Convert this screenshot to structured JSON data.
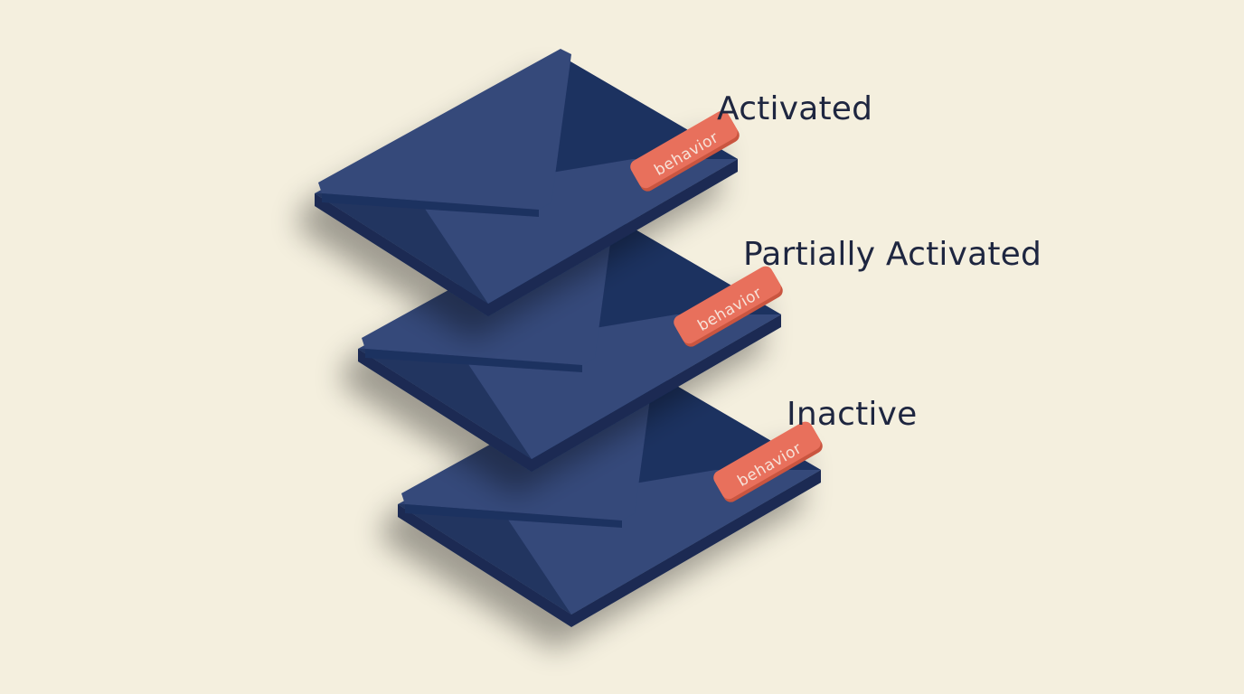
{
  "diagram": {
    "background_color": "#f4efde",
    "envelope_colors": {
      "flap_light": "#34497a",
      "flap_dark": "#1f3160",
      "body_light": "#2f4373",
      "edge": "#1a2a52"
    },
    "tag_color": "#e8705b",
    "envelopes": [
      {
        "state": "Activated",
        "tag": "behavior"
      },
      {
        "state": "Partially Activated",
        "tag": "behavior"
      },
      {
        "state": "Inactive",
        "tag": "behavior"
      }
    ]
  }
}
